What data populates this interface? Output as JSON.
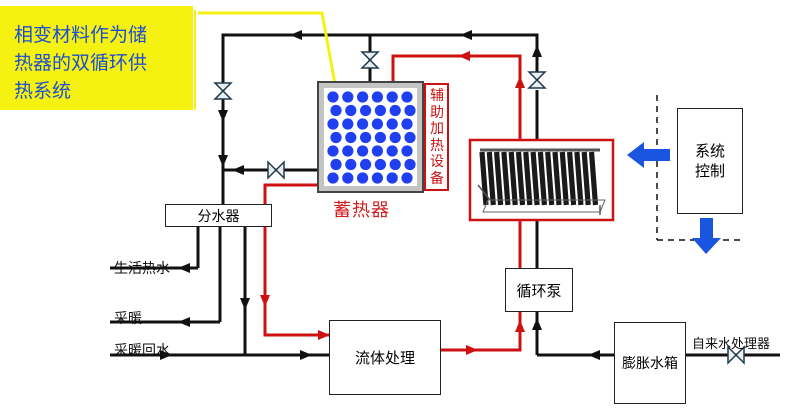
{
  "callout": {
    "line1": "相变材料作为储",
    "line2": "热器的双循环供",
    "line3": "热系统"
  },
  "boxes": {
    "fen_shui_qi": "分水器",
    "liu_ti_chu_li": "流体处理",
    "xun_huan_beng": "循环泵",
    "peng_zhang_shui_xiang": "膨胀水箱",
    "xi_tong_kong_zhi": "系统控制",
    "fu_zhu_jia_re": "辅助加热设备"
  },
  "labels": {
    "xu_re_qi": "蓄热器",
    "sheng_huo_re_shui": "生活热水",
    "cai_nuan": "采暖",
    "cai_nuan_hui_shui": "采暖回水",
    "zi_lai_shui": "自来水处理器"
  },
  "colors": {
    "pipe_black": "#111111",
    "pipe_red": "#cc1111",
    "callout_bg": "#f5f212",
    "callout_text": "#1d4fd0",
    "ball_blue": "#1f3ff0",
    "arrow_blue": "#1a55e0",
    "accent_red": "#d42020"
  }
}
